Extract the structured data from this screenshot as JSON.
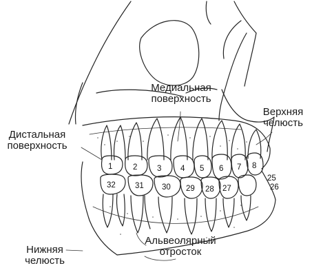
{
  "labels": {
    "medial_surface": [
      "Медиальная",
      "поверхность"
    ],
    "upper_jaw": [
      "Верхняя",
      "челюсть"
    ],
    "distal_surface": [
      "Дистальная",
      "поверхность"
    ],
    "lower_jaw": [
      "Нижняя",
      "челюсть"
    ],
    "alveolar_process": [
      "Альвеолярный",
      "отросток"
    ]
  },
  "tooth_numbers": {
    "upper": [
      "1",
      "2",
      "3",
      "4",
      "5",
      "6",
      "7",
      "8"
    ],
    "lower": [
      "32",
      "31",
      "30",
      "29",
      "28",
      "27"
    ],
    "lower_right": [
      "25",
      "26"
    ]
  }
}
